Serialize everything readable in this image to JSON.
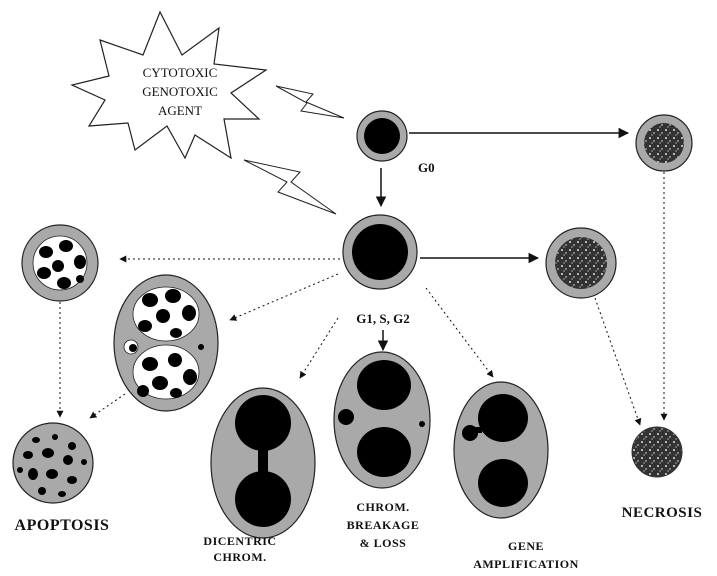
{
  "agent": {
    "line1": "CYTOTOXIC",
    "line2": "GENOTOXIC",
    "line3": "AGENT"
  },
  "phases": {
    "g0": "G0",
    "cycle": "G1, S, G2"
  },
  "outcomes": {
    "apoptosis": "APOPTOSIS",
    "dicentric_1": "DICENTRIC",
    "dicentric_2": "CHROM.",
    "breakage_1": "CHROM.",
    "breakage_2": "BREAKAGE",
    "breakage_3": "& LOSS",
    "gene_amp_1": "GENE",
    "gene_amp_2": "AMPLIFICATION",
    "necrosis": "NECROSIS"
  },
  "colors": {
    "cytoplasm": "#a9a9a9",
    "nucleus": "#000000",
    "outline": "#222222"
  }
}
